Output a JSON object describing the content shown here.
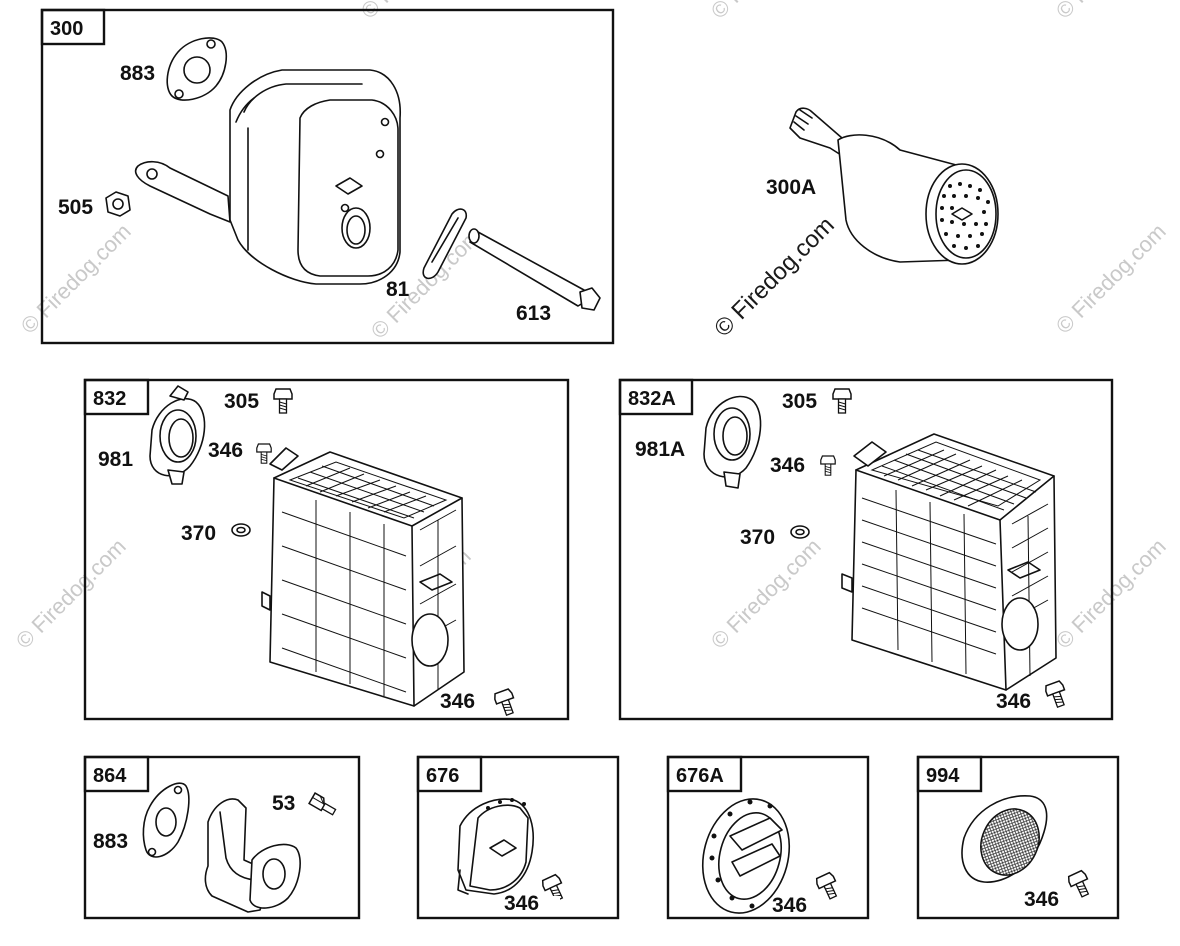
{
  "watermark": {
    "text": "© Firedog.com"
  },
  "panels": {
    "p300": {
      "id": "300",
      "parts": {
        "gasket": "883",
        "nut": "505",
        "lock": "81",
        "screw": "613"
      }
    },
    "p300a": {
      "part": "300A"
    },
    "p832": {
      "id": "832",
      "parts": {
        "screw": "305",
        "flange": "981",
        "screw_small": "346",
        "washer": "370",
        "screw_bottom": "346"
      }
    },
    "p832a": {
      "id": "832A",
      "parts": {
        "screw": "305",
        "flange": "981A",
        "screw_small": "346",
        "washer": "370",
        "screw_bottom": "346"
      }
    },
    "p864": {
      "id": "864",
      "parts": {
        "gasket": "883",
        "screw": "53"
      }
    },
    "p676": {
      "id": "676",
      "parts": {
        "screw": "346"
      }
    },
    "p676a": {
      "id": "676A",
      "parts": {
        "screw": "346"
      }
    },
    "p994": {
      "id": "994",
      "parts": {
        "screw": "346"
      }
    }
  }
}
